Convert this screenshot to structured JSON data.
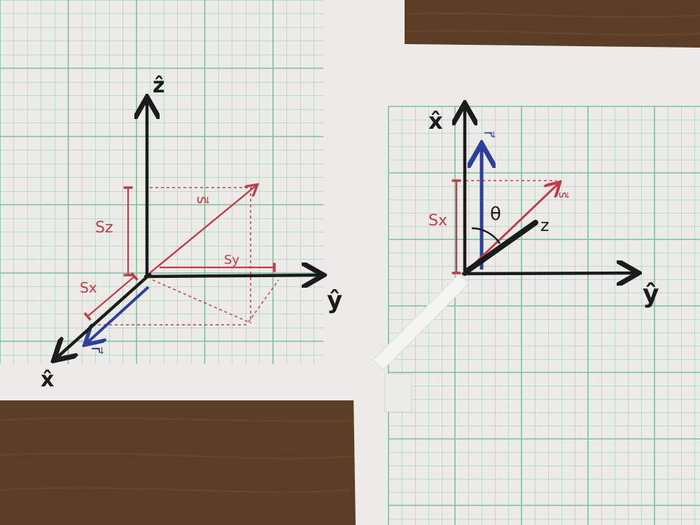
{
  "colors": {
    "wood": "#5b3d25",
    "paper": "#ecebe8",
    "grid": "#8fc9ad",
    "ink_black": "#1b1b1b",
    "ink_red": "#c23a4a",
    "ink_blue": "#2c3f9a"
  },
  "left_sheet": {
    "axes": {
      "z": "ẑ",
      "y": "ŷ",
      "x": "x̂"
    },
    "vectors": {
      "s": "s⃗",
      "r": "r⃗"
    },
    "components": {
      "sz": "Sz",
      "sy": "Sy",
      "sx": "Sx"
    }
  },
  "right_sheet": {
    "axes": {
      "x": "x̂",
      "y": "ŷ"
    },
    "vectors": {
      "s": "s⃗",
      "r": "r⃗"
    },
    "components": {
      "sx": "Sx"
    },
    "angle": "θ",
    "pointer_label": "z"
  }
}
